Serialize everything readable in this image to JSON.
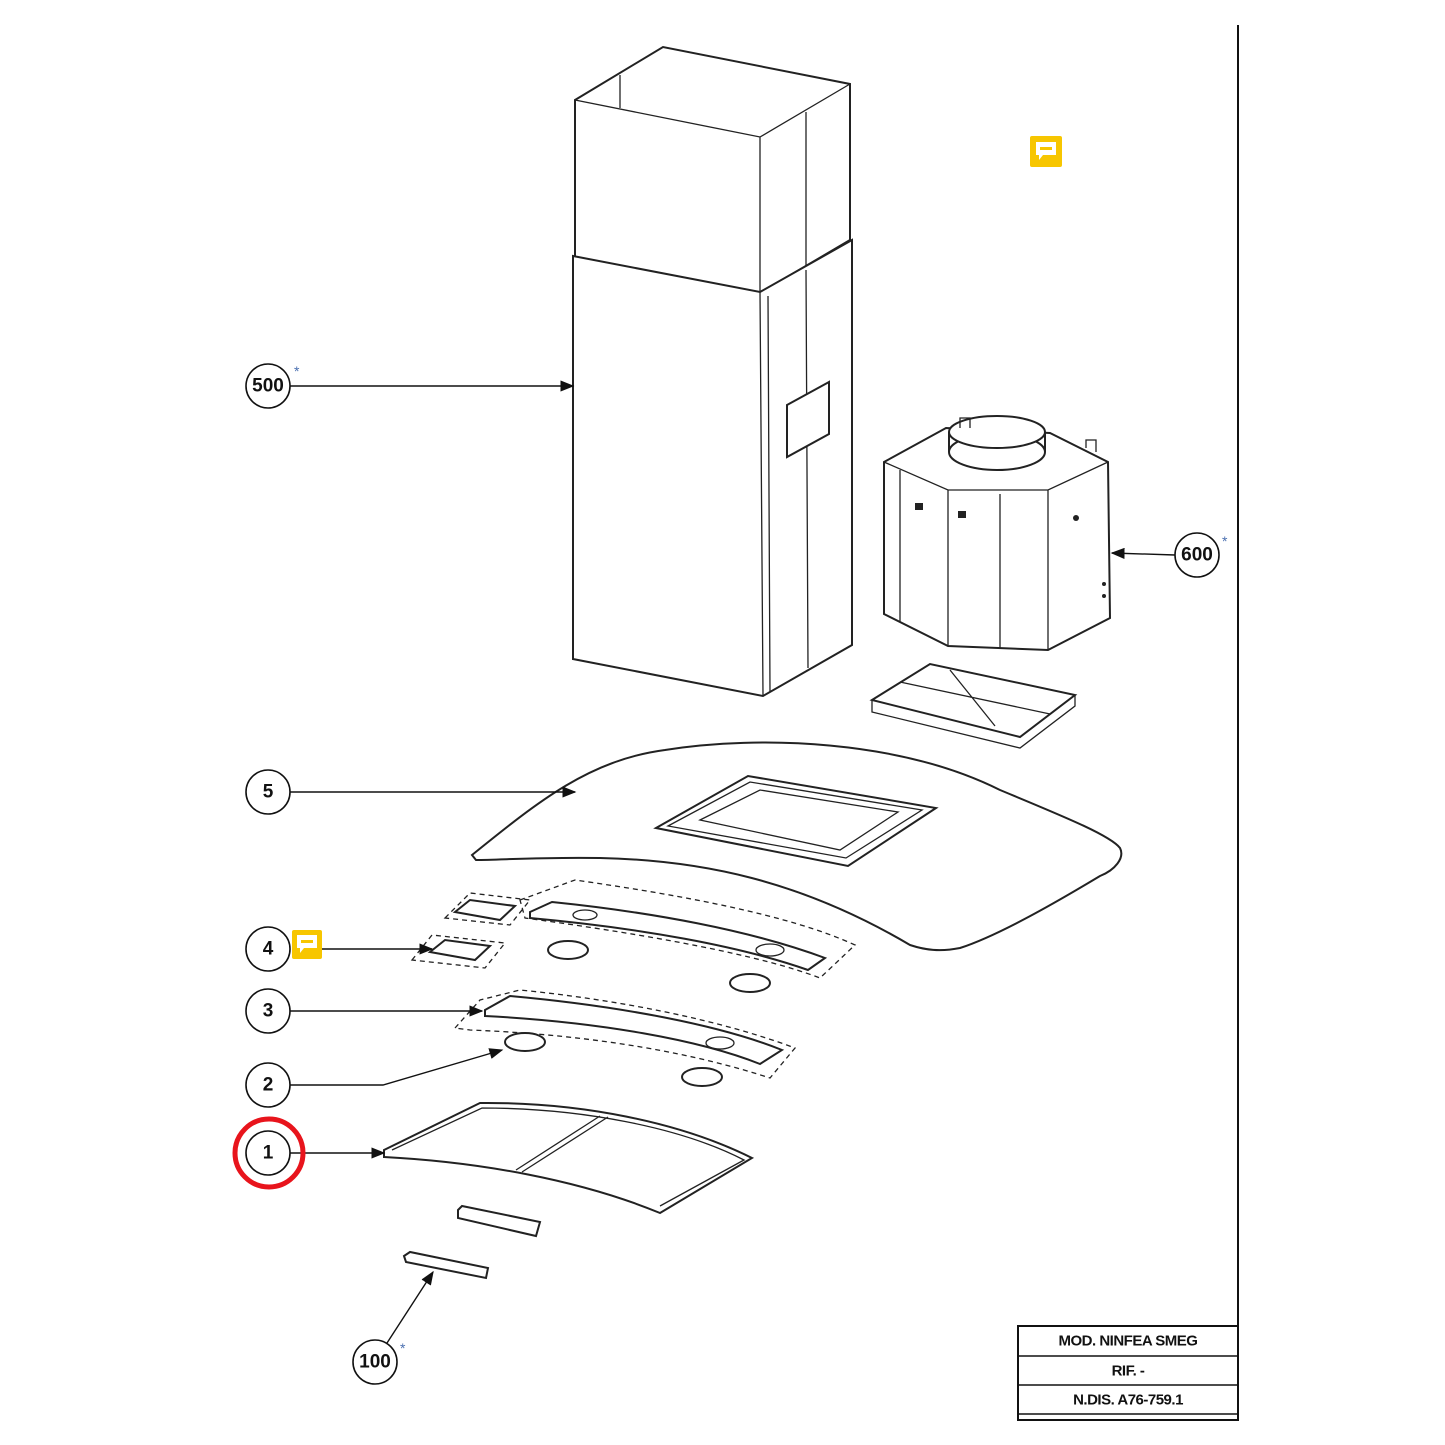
{
  "callouts": [
    {
      "id": "500",
      "label": "500",
      "asterisk": "*"
    },
    {
      "id": "600",
      "label": "600",
      "asterisk": "*"
    },
    {
      "id": "5",
      "label": "5"
    },
    {
      "id": "4",
      "label": "4"
    },
    {
      "id": "3",
      "label": "3"
    },
    {
      "id": "2",
      "label": "2"
    },
    {
      "id": "1",
      "label": "1",
      "highlighted": true
    },
    {
      "id": "100",
      "label": "100",
      "asterisk": "*"
    }
  ],
  "title_block": {
    "model": "MOD.  NINFEA  SMEG",
    "ref": "RIF.  -",
    "drawing_no": "N.DIS.  A76-759.1"
  },
  "colors": {
    "highlight": "#e8141c",
    "comment_icon": "#f7c600"
  },
  "icons": [
    "comment-icon"
  ]
}
